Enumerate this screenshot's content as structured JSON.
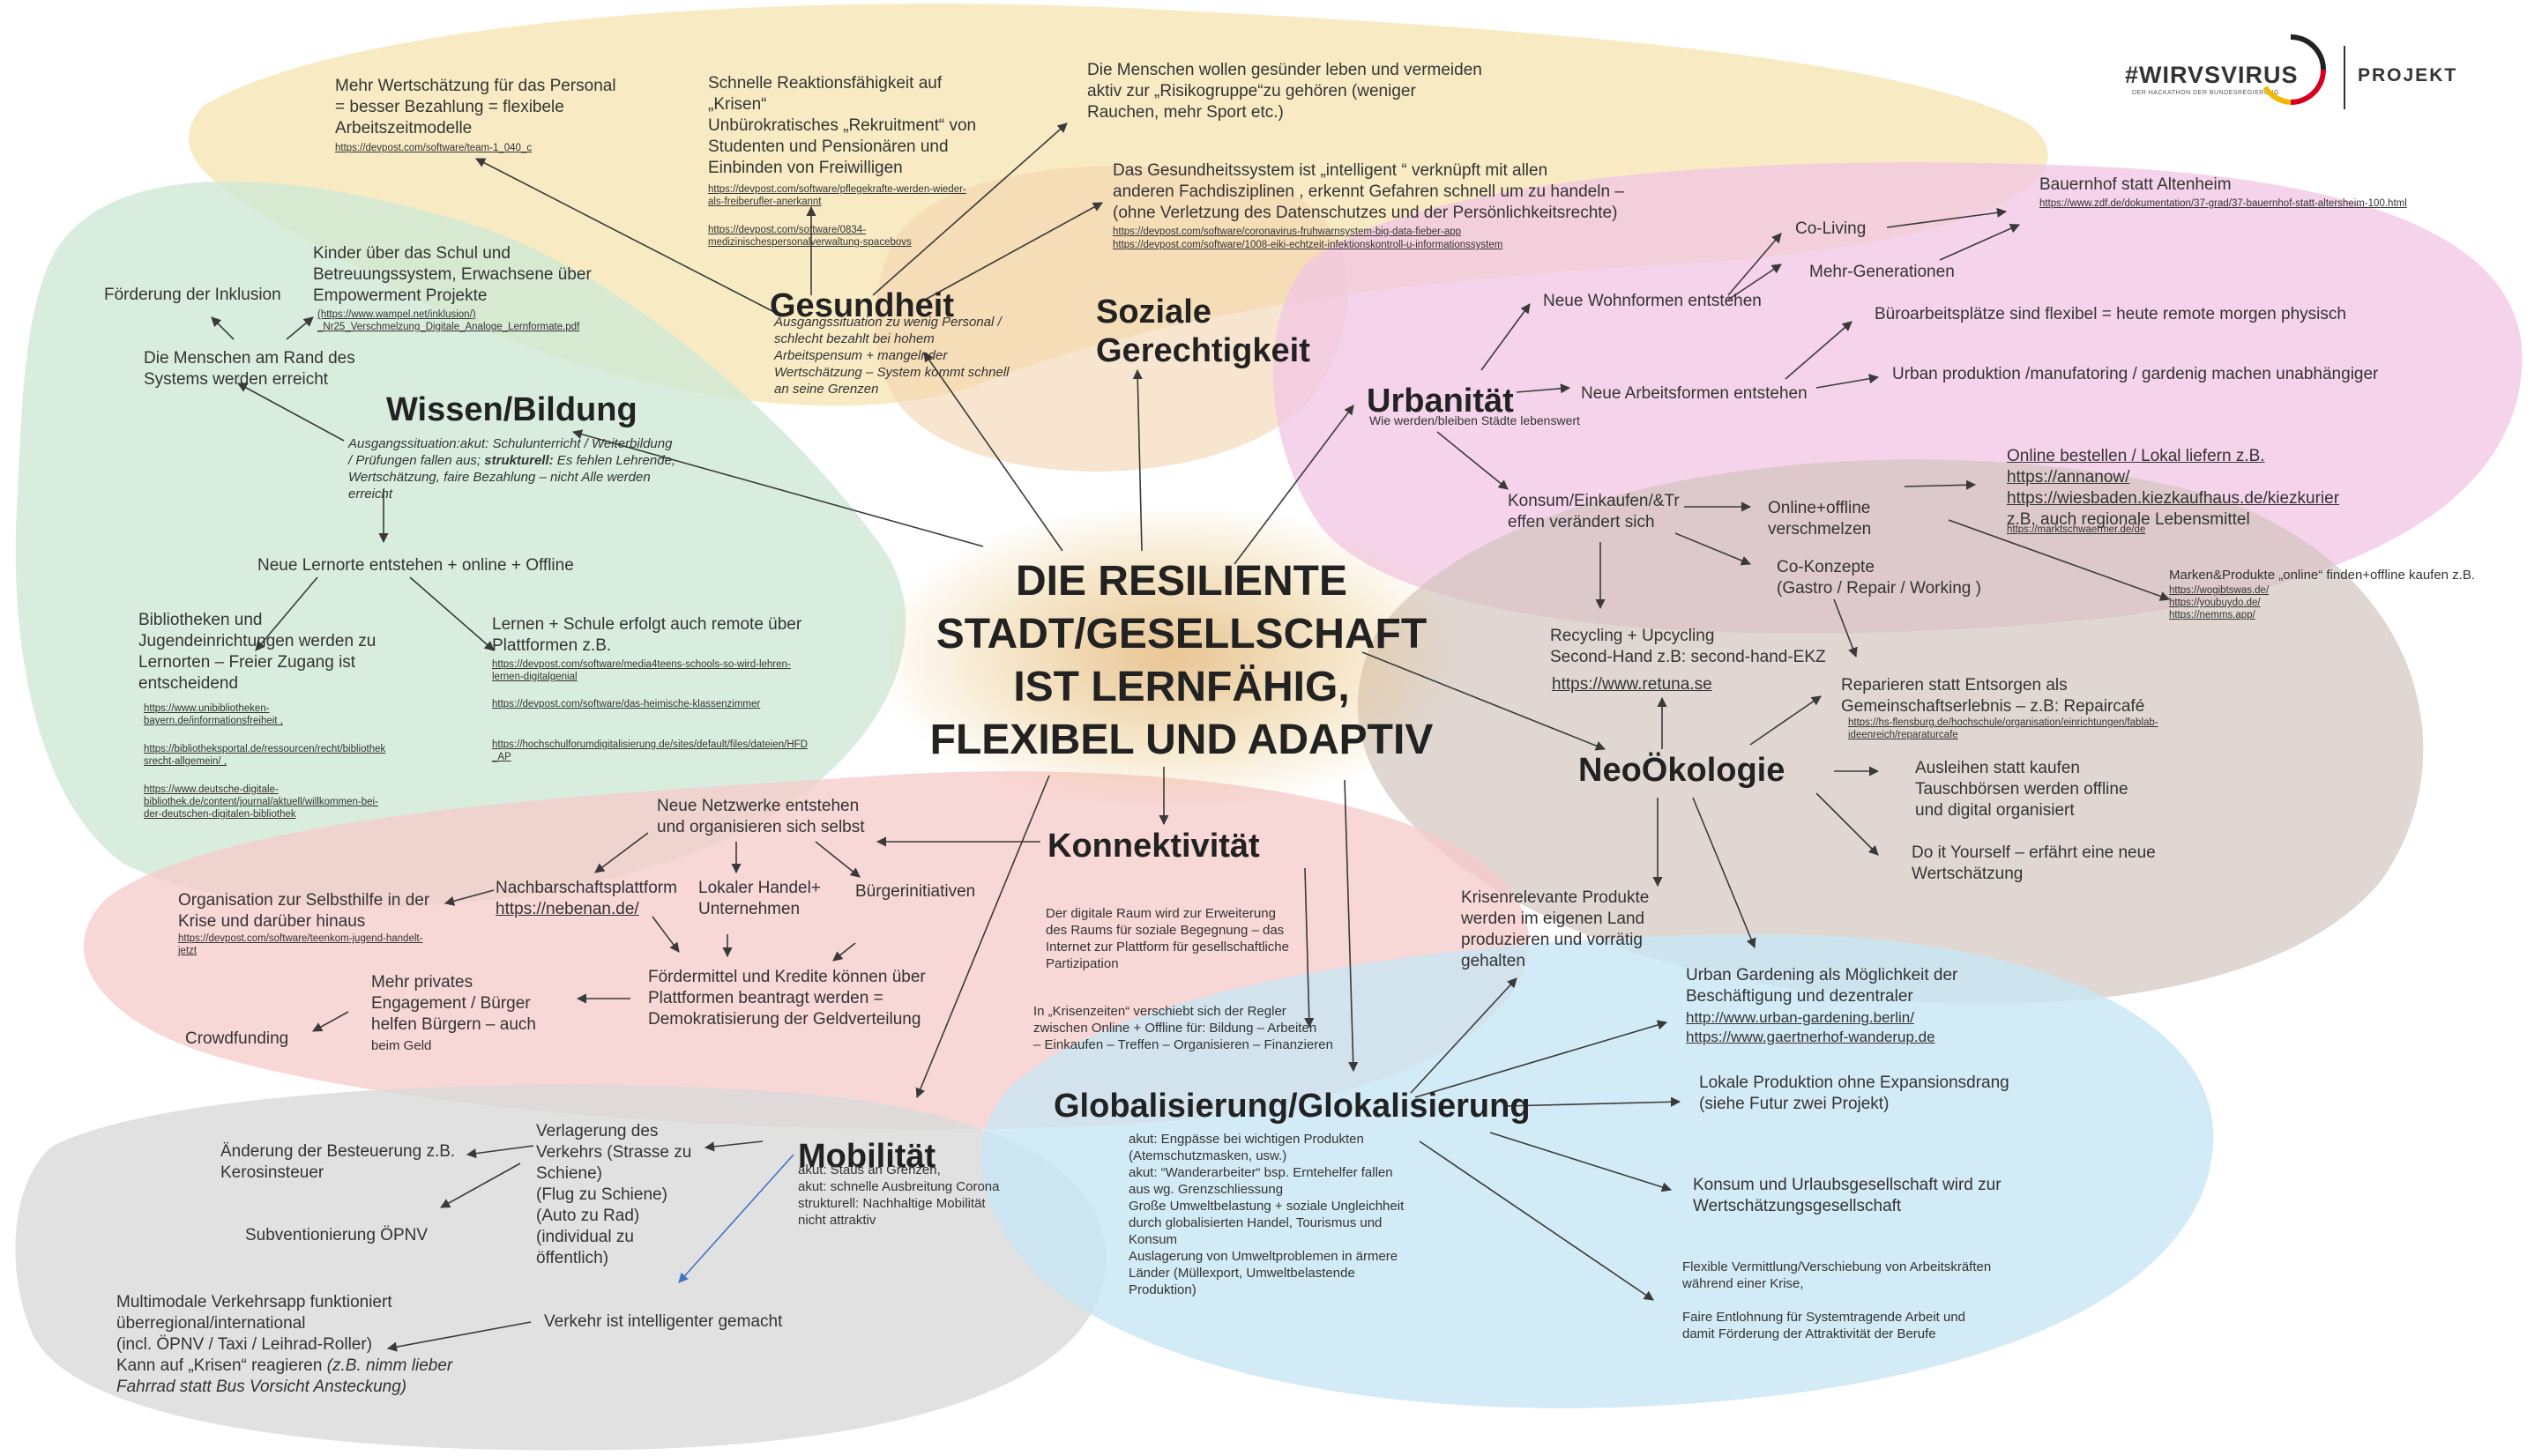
{
  "logo": {
    "brand": "#WIRVSVIRUS",
    "subtitle": "DER HACKATHON DER BUNDESREGIERUNG",
    "badge": "PROJEKT"
  },
  "center_title": "DIE RESILIENTE\nSTADT/GESELLSCHAFT\nIST LERNFÄHIG,\nFLEXIBEL UND ADAPTIV",
  "headings": {
    "gesundheit": "Gesundheit",
    "soziale": "Soziale\nGerechtigkeit",
    "wissen": "Wissen/Bildung",
    "urbanitaet": "Urbanität",
    "neooekologie": "NeoÖkologie",
    "konnektivitaet": "Konnektivität",
    "mobilitaet": "Mobilität",
    "globalisierung": "Globalisierung/Glokalisierung"
  },
  "gesundheit": {
    "n1": "Mehr Wertschätzung für das Personal\n= besser Bezahlung = flexibele\nArbeitszeitmodelle",
    "n1_link": "https://devpost.com/software/team-1_040_c",
    "n2": "Schnelle Reaktionsfähigkeit auf\n„Krisen“\nUnbürokratisches „Rekruitment“ von\nStudenten und Pensionären und\nEinbinden von Freiwilligen",
    "n2_link1": "https://devpost.com/software/pflegekrafte-werden-wieder-\nals-freiberufler-anerkannt",
    "n2_link2": "https://devpost.com/software/0834-\nmedizinischespersonalverwaltung-spacebovs",
    "n3": "Die Menschen wollen gesünder leben und vermeiden\naktiv zur „Risikogruppe“zu gehören (weniger\nRauchen, mehr Sport etc.)",
    "n4": "Das Gesundheitssystem ist „intelligent “ verknüpft mit allen\nanderen Fachdisziplinen , erkennt Gefahren schnell um zu handeln –\n(ohne Verletzung des Datenschutzes und der Persönlichkeitsrechte)",
    "n4_link1": "https://devpost.com/software/coronavirus-fruhwarnsystem-big-data-fieber-app",
    "n4_link2": "https://devpost.com/software/1008-eiki-echtzeit-infektionskontroll-u-informationssystem",
    "situation": "Ausgangssituation zu wenig Personal /\nschlecht bezahlt bei hohem\nArbeitspensum + mangelnder\nWertschätzung – System kommt schnell\nan seine Grenzen"
  },
  "wissen": {
    "inklusion": "Förderung der Inklusion",
    "kinder": "Kinder über das Schul und\nBetreuungssystem,  Erwachsene über\nEmpowerment Projekte",
    "kinder_link": "(https://www.wampel.net/inklusion/)\n_Nr25_Verschmelzung_Digitale_Analoge_Lernformate.pdf",
    "rand": "Die Menschen am Rand des\nSystems werden erreicht",
    "situation_a": "Ausgangssituation:akut: Schulunterricht / Weiterbildung\n/ Prüfungen fallen aus;  ",
    "situation_b": "strukturell:",
    "situation_c": " Es fehlen Lehrende,\nWertschätzung, faire Bezahlung – nicht Alle werden\nerreicht",
    "lernorte": "Neue Lernorte entstehen + online + Offline",
    "bib": "Bibliotheken und\nJugendeinrichtungen werden zu\nLernorten – Freier Zugang ist\nentscheidend",
    "bib_link1": "https://www.unibibliotheken-\nbayern.de/informationsfreiheit ,",
    "bib_link2": "https://bibliotheksportal.de/ressourcen/recht/bibliothek\nsrecht-allgemein/ ,",
    "bib_link3": "https://www.deutsche-digitale-\nbibliothek.de/content/journal/aktuell/willkommen-bei-\nder-deutschen-digitalen-bibliothek",
    "lernen": "Lernen + Schule erfolgt auch remote über\nPlattformen z.B.",
    "lernen_link1": "https://devpost.com/software/media4teens-schools-so-wird-lehren-\nlernen-digitalgenial",
    "lernen_link2": "https://devpost.com/software/das-heimische-klassenzimmer",
    "lernen_link3": "https://hochschulforumdigitalisierung.de/sites/default/files/dateien/HFD\n_AP"
  },
  "urbanitaet": {
    "sub": "Wie werden/bleiben Städte lebenswert",
    "wohnformen": "Neue Wohnformen entstehen",
    "coliving": "Co-Living",
    "mehrgen": "Mehr-Generationen",
    "bauernhof": "Bauernhof statt Altenheim",
    "bauernhof_link": "https://www.zdf.de/dokumentation/37-grad/37-bauernhof-statt-altersheim-100.html",
    "arbeitsformen": "Neue Arbeitsformen entstehen",
    "buero": "Büroarbeitsplätze sind flexibel = heute remote morgen physisch",
    "urbanprod": "Urban produktion /manufatoring / gardenig machen unabhängiger",
    "konsum": "Konsum/Einkaufen/&Tr\neffen verändert sich",
    "onoff": "Online+offline\nverschmelzen",
    "online_bestellen": "Online bestellen / Lokal liefern z.B.",
    "ob_link1": "https://annanow/",
    "ob_link2": "https://wiesbaden.kiezkaufhaus.de/kiezkurier",
    "ob_regional": "z.B. auch regionale Lebensmittel",
    "ob_link3": "https://marktschwaermer.de/de",
    "marken": "Marken&Produkte  „online“ finden+offline kaufen z.B.",
    "marken_links": "   https://wogibtswas.de/\n   https://youbuydo.de/\n   https://nemms.app/",
    "co_konzepte": "Co-Konzepte\n(Gastro / Repair  / Working )",
    "recycling": "Recycling + Upcycling\nSecond-Hand z.B: second-hand-EKZ",
    "retuna": "https://www.retuna.se"
  },
  "neooekologie": {
    "reparieren": "Reparieren statt Entsorgen als\nGemeinschaftserlebnis – z.B: Repaircafé",
    "reparieren_link": "https://hs-flensburg.de/hochschule/organisation/einrichtungen/fablab-\nideenreich/reparaturcafe",
    "ausleihen": "Ausleihen statt kaufen\nTauschbörsen werden offline\nund digital organisiert",
    "diy": "Do it Yourself – erfährt eine neue\nWertschätzung",
    "krisen": "Krisenrelevante Produkte\nwerden im eigenen Land\nproduzieren und vorrätig\ngehalten",
    "gardening": "Urban Gardening als Möglichkeit der\nBeschäftigung und dezentraler",
    "gardening_link1": "http://www.urban-gardening.berlin/",
    "gardening_link2": "https://www.gaertnerhof-wanderup.de"
  },
  "konnektivitaet": {
    "netzwerke": "Neue Netzwerke entstehen\nund organisieren sich selbst",
    "nachbar": "Nachbarschaftsplattform",
    "nachbar_link": "https://nebenan.de/",
    "handel": "Lokaler Handel+\nUnternehmen",
    "buerger": "Bürgerinitiativen",
    "selbsthilfe": "Organisation zur Selbsthilfe in der\nKrise und darüber hinaus",
    "selbsthilfe_link": "https://devpost.com/software/teenkom-jugend-handelt-\njetzt",
    "foerder": "Fördermittel und Kredite können über\nPlattformen beantragt werden =\nDemokratisierung der Geldverteilung",
    "privat": "Mehr privates\nEngagement / Bürger\nhelfen Bürgern – auch",
    "privat_small": "beim Geld",
    "crowd": "Crowdfunding",
    "raum": "Der digitale Raum wird zur Erweiterung\ndes Raums für soziale Begegnung – das\nInternet zur Plattform für gesellschaftliche\nPartizipation",
    "regler": "In „Krisenzeiten“ verschiebt sich der Regler\nzwischen Online + Offline für:  Bildung – Arbeiten\n– Einkaufen – Treffen – Organisieren – Finanzieren"
  },
  "mobilitaet": {
    "akut": "akut: Staus an Grenzen,\nakut: schnelle Ausbreitung Corona\nstrukturell: Nachhaltige Mobilität\nnicht attraktiv",
    "verlagerung": "Verlagerung des\nVerkehrs (Strasse zu\nSchiene)\n(Flug zu Schiene)\n(Auto zu Rad)\n(individual zu\nöffentlich)",
    "besteuerung": "Änderung der Besteuerung z.B.\nKerosinsteuer",
    "oepnv": "Subventionierung ÖPNV",
    "intelligent": "Verkehr ist intelligenter gemacht",
    "app_a": "Multimodale Verkehrsapp funktioniert\nüberregional/international\n(incl. ÖPNV / Taxi / Leihrad-Roller)\nKann auf „Krisen“ reagieren ",
    "app_b": "(z.B. nimm lieber\nFahrrad statt Bus  Vorsicht Ansteckung)"
  },
  "globalisierung": {
    "akut": "akut: Engpässe bei wichtigen Produkten\n(Atemschutzmasken, usw.)\nakut: “Wanderarbeiter“ bsp. Erntehelfer fallen\naus wg. Grenzschliessung\nGroße Umweltbelastung + soziale Ungleichheit\ndurch globalisierten Handel, Tourismus und\nKonsum\nAuslagerung von Umweltproblemen in ärmere\nLänder (Müllexport, Umweltbelastende\nProduktion)",
    "lokal": "Lokale Produktion ohne Expansionsdrang\n(siehe Futur zwei Projekt)",
    "konsum": "Konsum und Urlaubsgesellschaft wird zur\nWertschätzungsgesellschaft",
    "flexibel": "Flexible Vermittlung/Verschiebung von Arbeitskräften\nwährend einer Krise,\n\nFaire Entlohnung für Systemtragende Arbeit und\ndamit Förderung der Attraktivität der Berufe"
  },
  "colors": {
    "gesundheit": "#f6e4b0",
    "wissen": "#cfe9d6",
    "urbanitaet": "#f1c6e4",
    "neooekologie": "#d6c9c4",
    "konnektivitaet": "#f5caca",
    "mobilitaet": "#d9d9d9",
    "globalisierung": "#c8e6f4",
    "arrow": "#3a3a3a",
    "arrow_blue": "#4472c4"
  }
}
